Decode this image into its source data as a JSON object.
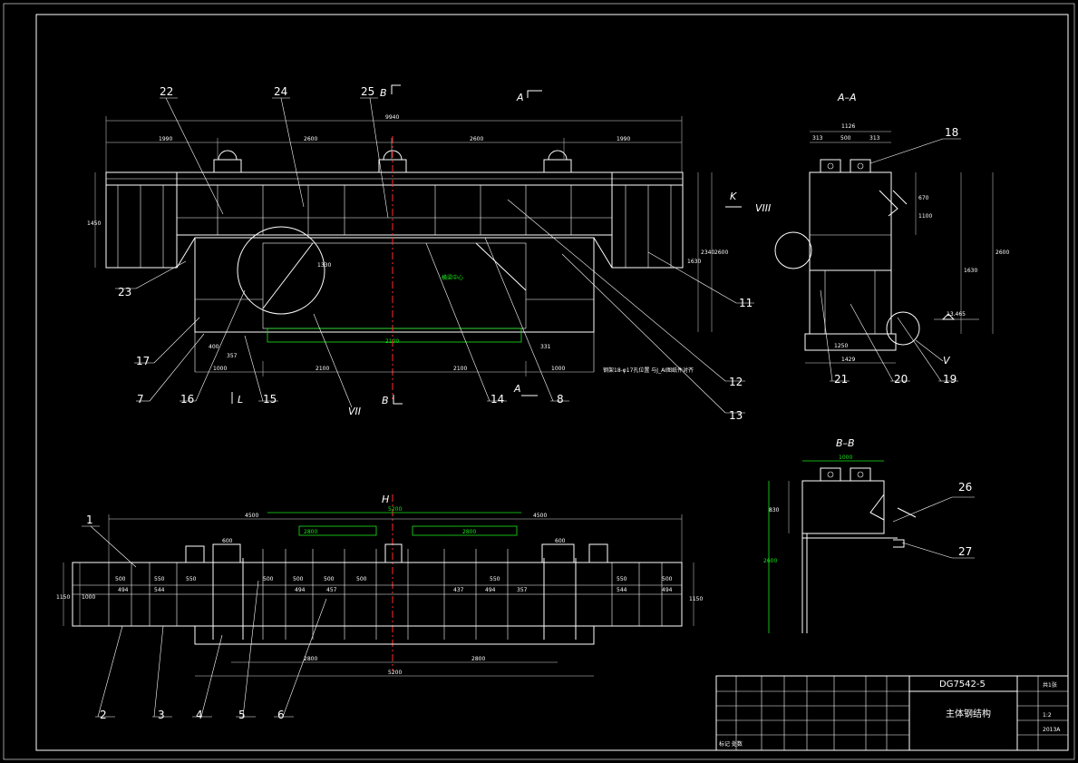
{
  "drawing": {
    "number": "DG7542-5",
    "title": "主体钢结构",
    "title_block": {
      "label_check": "标记 处数",
      "label_scale": "1:2",
      "label_sheet": "共1张",
      "label_date": "2013A"
    }
  },
  "views": {
    "front": {
      "section_marks": [
        "B",
        "B",
        "A",
        "A",
        "K",
        "L"
      ],
      "detail_marks": [
        "VII",
        "VIII",
        "V"
      ],
      "dims": [
        "9940",
        "1990",
        "2600",
        "2600",
        "1990",
        "2100",
        "2100",
        "1330",
        "1000",
        "1000",
        "400",
        "357",
        "331",
        "1630",
        "2340",
        "2600",
        "1450"
      ],
      "note": "钢架18-φ17孔位置 与J_AI图纸件对齐",
      "green_note": "横梁中心",
      "balloons": [
        "22",
        "24",
        "25",
        "23",
        "17",
        "7",
        "16",
        "15",
        "14",
        "8",
        "11",
        "12",
        "13"
      ]
    },
    "section_aa": {
      "title": "A–A",
      "dims": [
        "1126",
        "313",
        "500",
        "313",
        "1250",
        "1429",
        "670",
        "1100",
        "1630",
        "2600"
      ],
      "elevation": "13.465",
      "balloons": [
        "18",
        "21",
        "20",
        "19"
      ]
    },
    "section_bb": {
      "title": "B–B",
      "dims": [
        "830",
        "1000",
        "2600"
      ],
      "balloons": [
        "26",
        "27"
      ]
    },
    "plan": {
      "section_mark": "H",
      "dims": [
        "4500",
        "4500",
        "2800",
        "2800",
        "5200",
        "1150",
        "1000",
        "1150",
        "600",
        "600"
      ],
      "member_dims": [
        "500",
        "550",
        "550",
        "500",
        "500",
        "500",
        "500",
        "550",
        "550",
        "500",
        "494",
        "544",
        "494",
        "457",
        "437",
        "494",
        "357",
        "544",
        "494"
      ],
      "balloons": [
        "1",
        "2",
        "3",
        "4",
        "5",
        "6"
      ]
    }
  },
  "colors": {
    "background": "#000000",
    "lines": "#ffffff",
    "centerline": "#ff2a2a",
    "highlight": "#19e619"
  }
}
